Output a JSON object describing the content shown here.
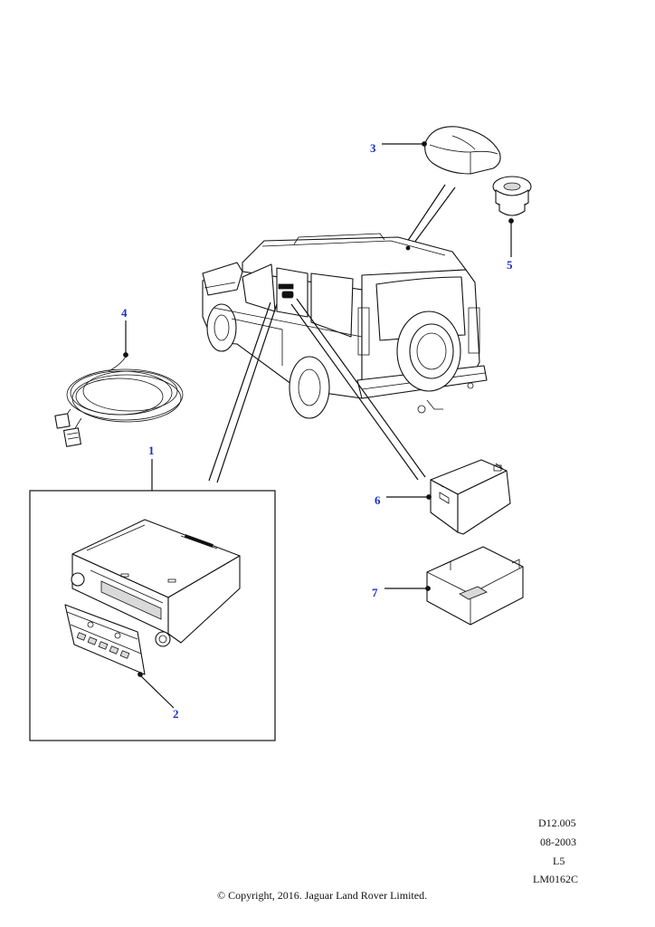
{
  "callouts": [
    {
      "id": "3",
      "label": "3"
    },
    {
      "id": "5",
      "label": "5"
    },
    {
      "id": "4",
      "label": "4"
    },
    {
      "id": "1",
      "label": "1"
    },
    {
      "id": "6",
      "label": "6"
    },
    {
      "id": "7",
      "label": "7"
    },
    {
      "id": "2",
      "label": "2"
    }
  ],
  "meta": {
    "ref": "D12.005",
    "date": "08-2003",
    "level": "L5",
    "code": "LM0162C"
  },
  "copyright": "© Copyright, 2016. Jaguar Land Rover Limited.",
  "colors": {
    "callout": "#1a2fc8",
    "line": "#111111"
  }
}
